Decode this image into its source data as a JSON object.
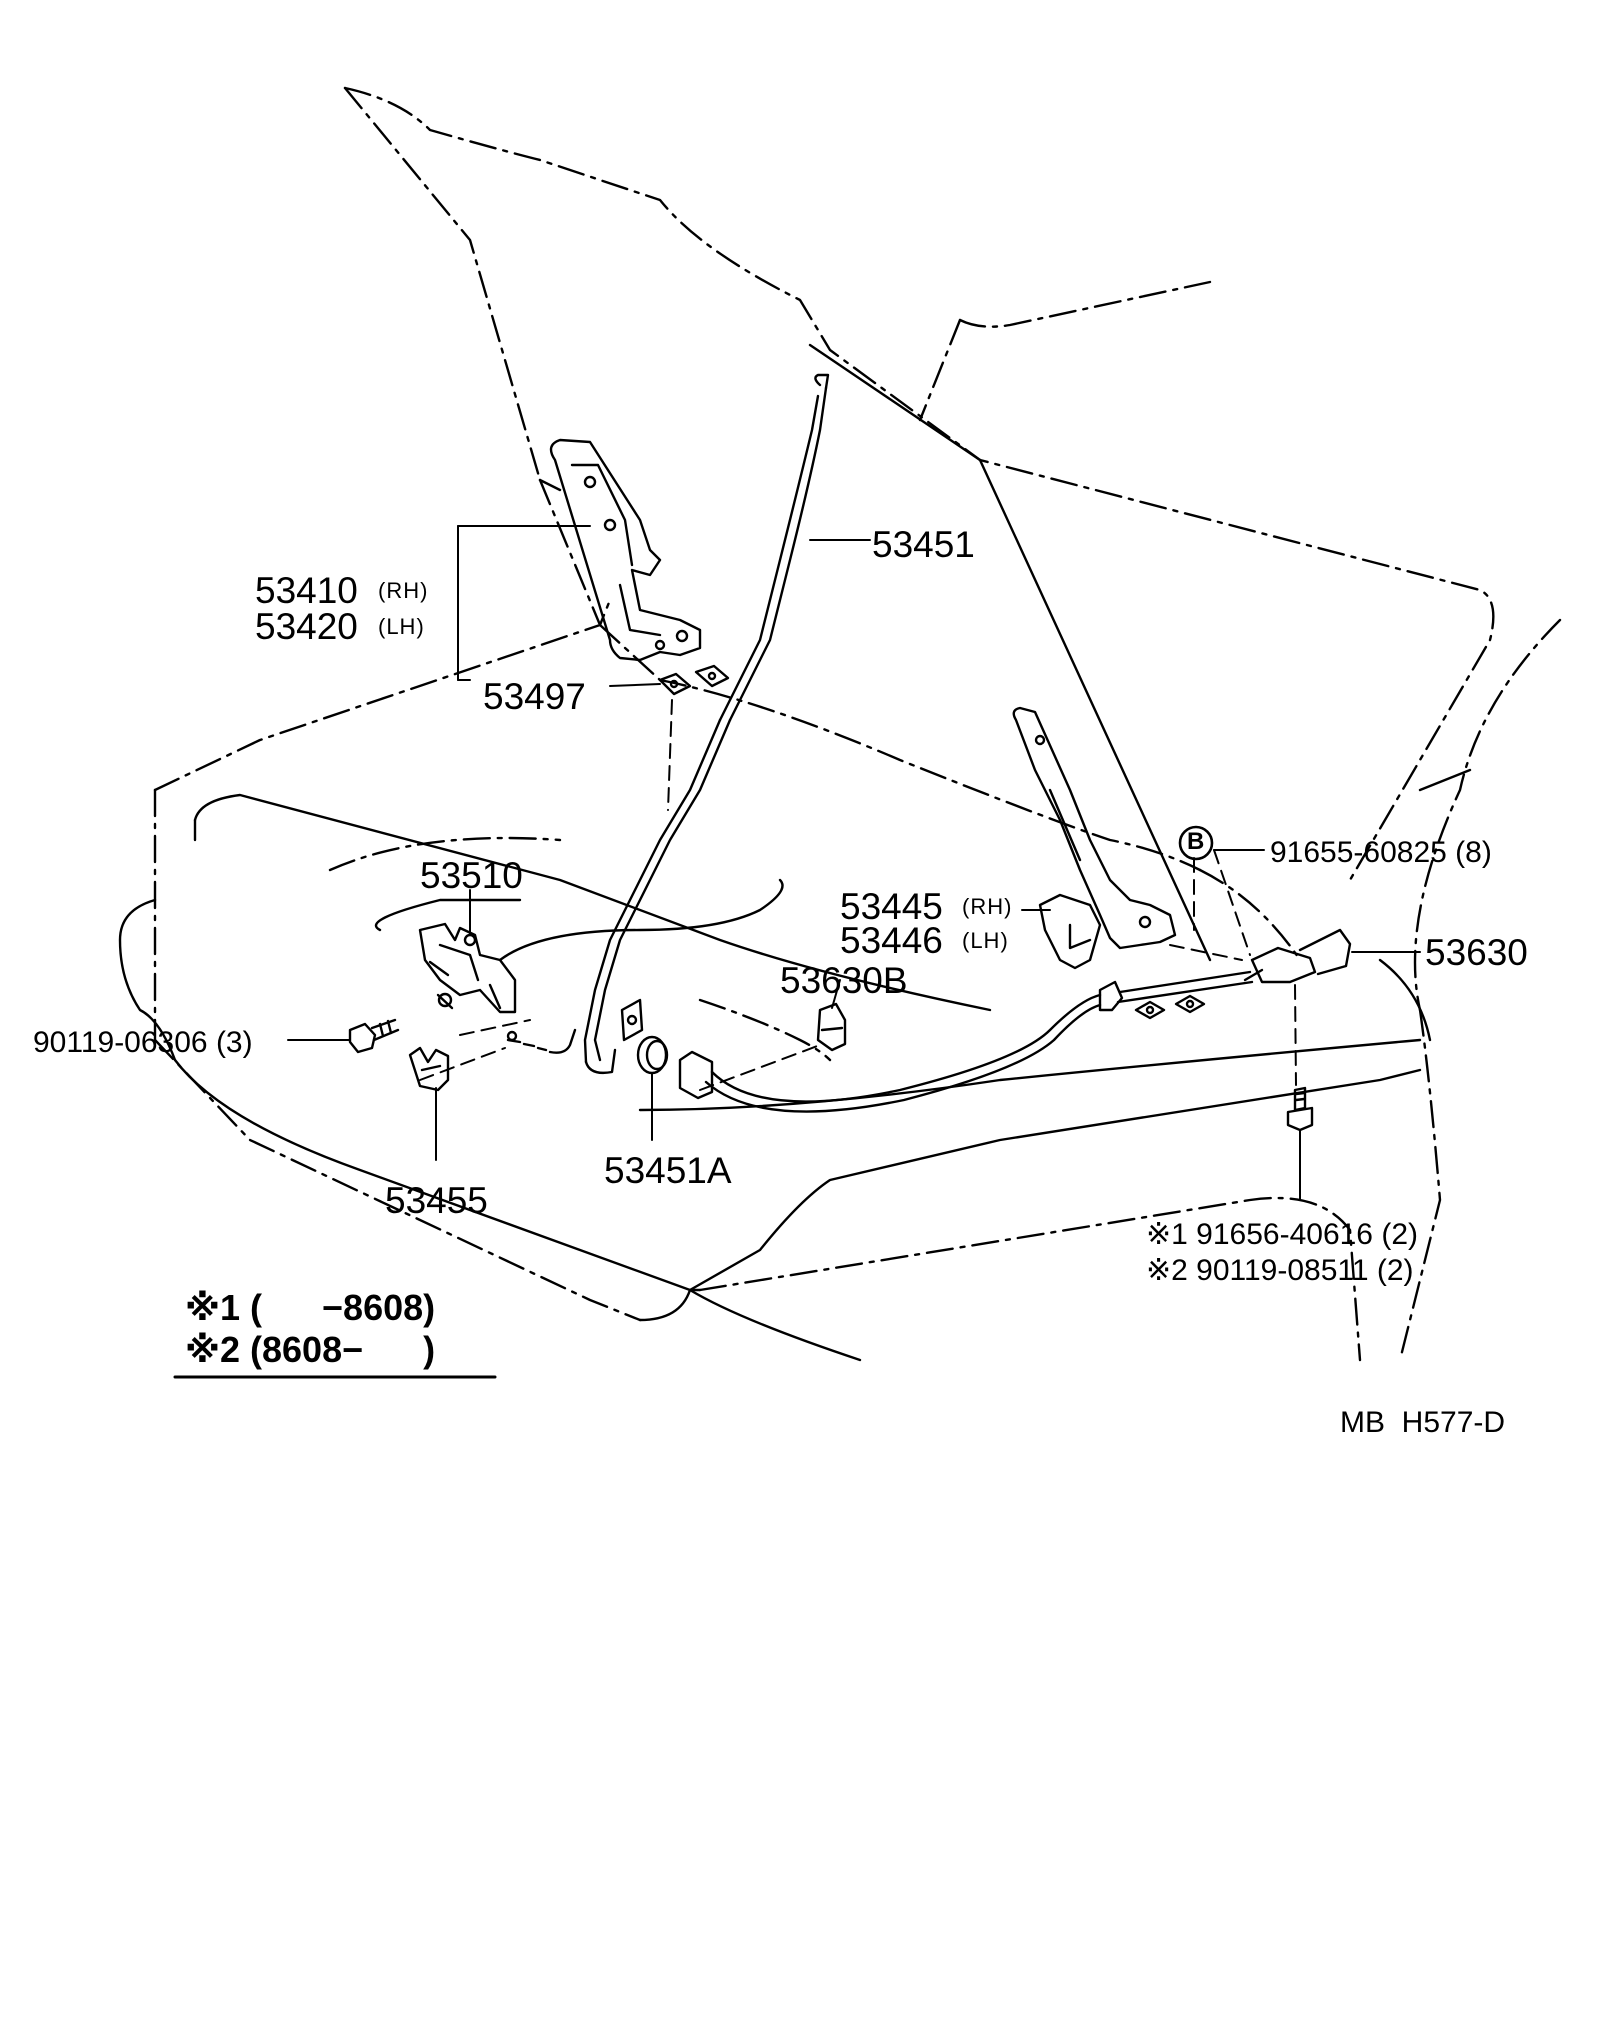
{
  "labels": {
    "hinge_rh_no": "53410",
    "hinge_rh_side": "(RH)",
    "hinge_lh_no": "53420",
    "hinge_lh_side": "(LH)",
    "shim": "53497",
    "support_rod": "53451",
    "lock": "53510",
    "hood_bolt": "90119-06306 (3)",
    "grommet": "53451A",
    "release_lever_no": "53455",
    "cable_clamp": "53630B",
    "stopper_rh_no": "53445",
    "stopper_rh_side": "(RH)",
    "stopper_lh_no": "53446",
    "stopper_lh_side": "(LH)",
    "b_marker": "B",
    "nut": "91655-60825 (8)",
    "cable": "53630",
    "clip_1": "※1 91656-40616 (2)",
    "clip_2": "※2 90119-08511 (2)"
  },
  "notes": {
    "note1": "※1 (      −8608)",
    "note2": "※2 (8608−      )"
  },
  "diagram_code": "MB  H577-D"
}
